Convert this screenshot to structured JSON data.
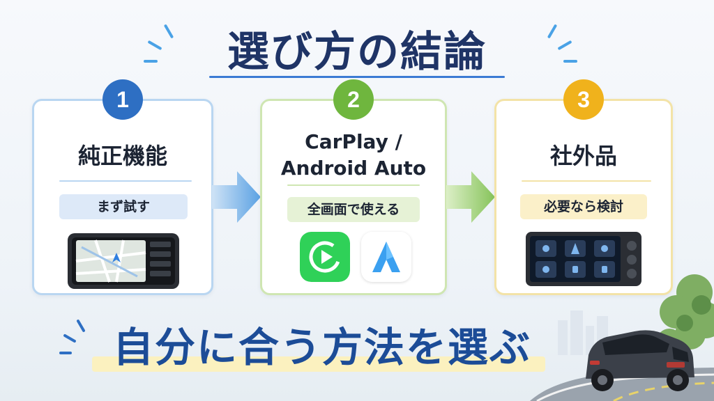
{
  "title": "選び方の結論",
  "cards": [
    {
      "number": "1",
      "title": "純正機能",
      "tag": "まず試す",
      "image": "factory-navigation-display"
    },
    {
      "number": "2",
      "title_line1": "CarPlay /",
      "title_line2": "Android Auto",
      "tag": "全画面で使える",
      "icons": [
        "carplay-icon",
        "android-auto-icon"
      ]
    },
    {
      "number": "3",
      "title": "社外品",
      "tag": "必要なら検討",
      "image": "aftermarket-head-unit"
    }
  ],
  "headline": "自分に合う方法を選ぶ",
  "colors": {
    "navy": "#1f3466",
    "headline_blue": "#1c4c97",
    "accent_blue": "#2e6fc3",
    "accent_green": "#6fb63e",
    "accent_yellow": "#f0b21c"
  }
}
